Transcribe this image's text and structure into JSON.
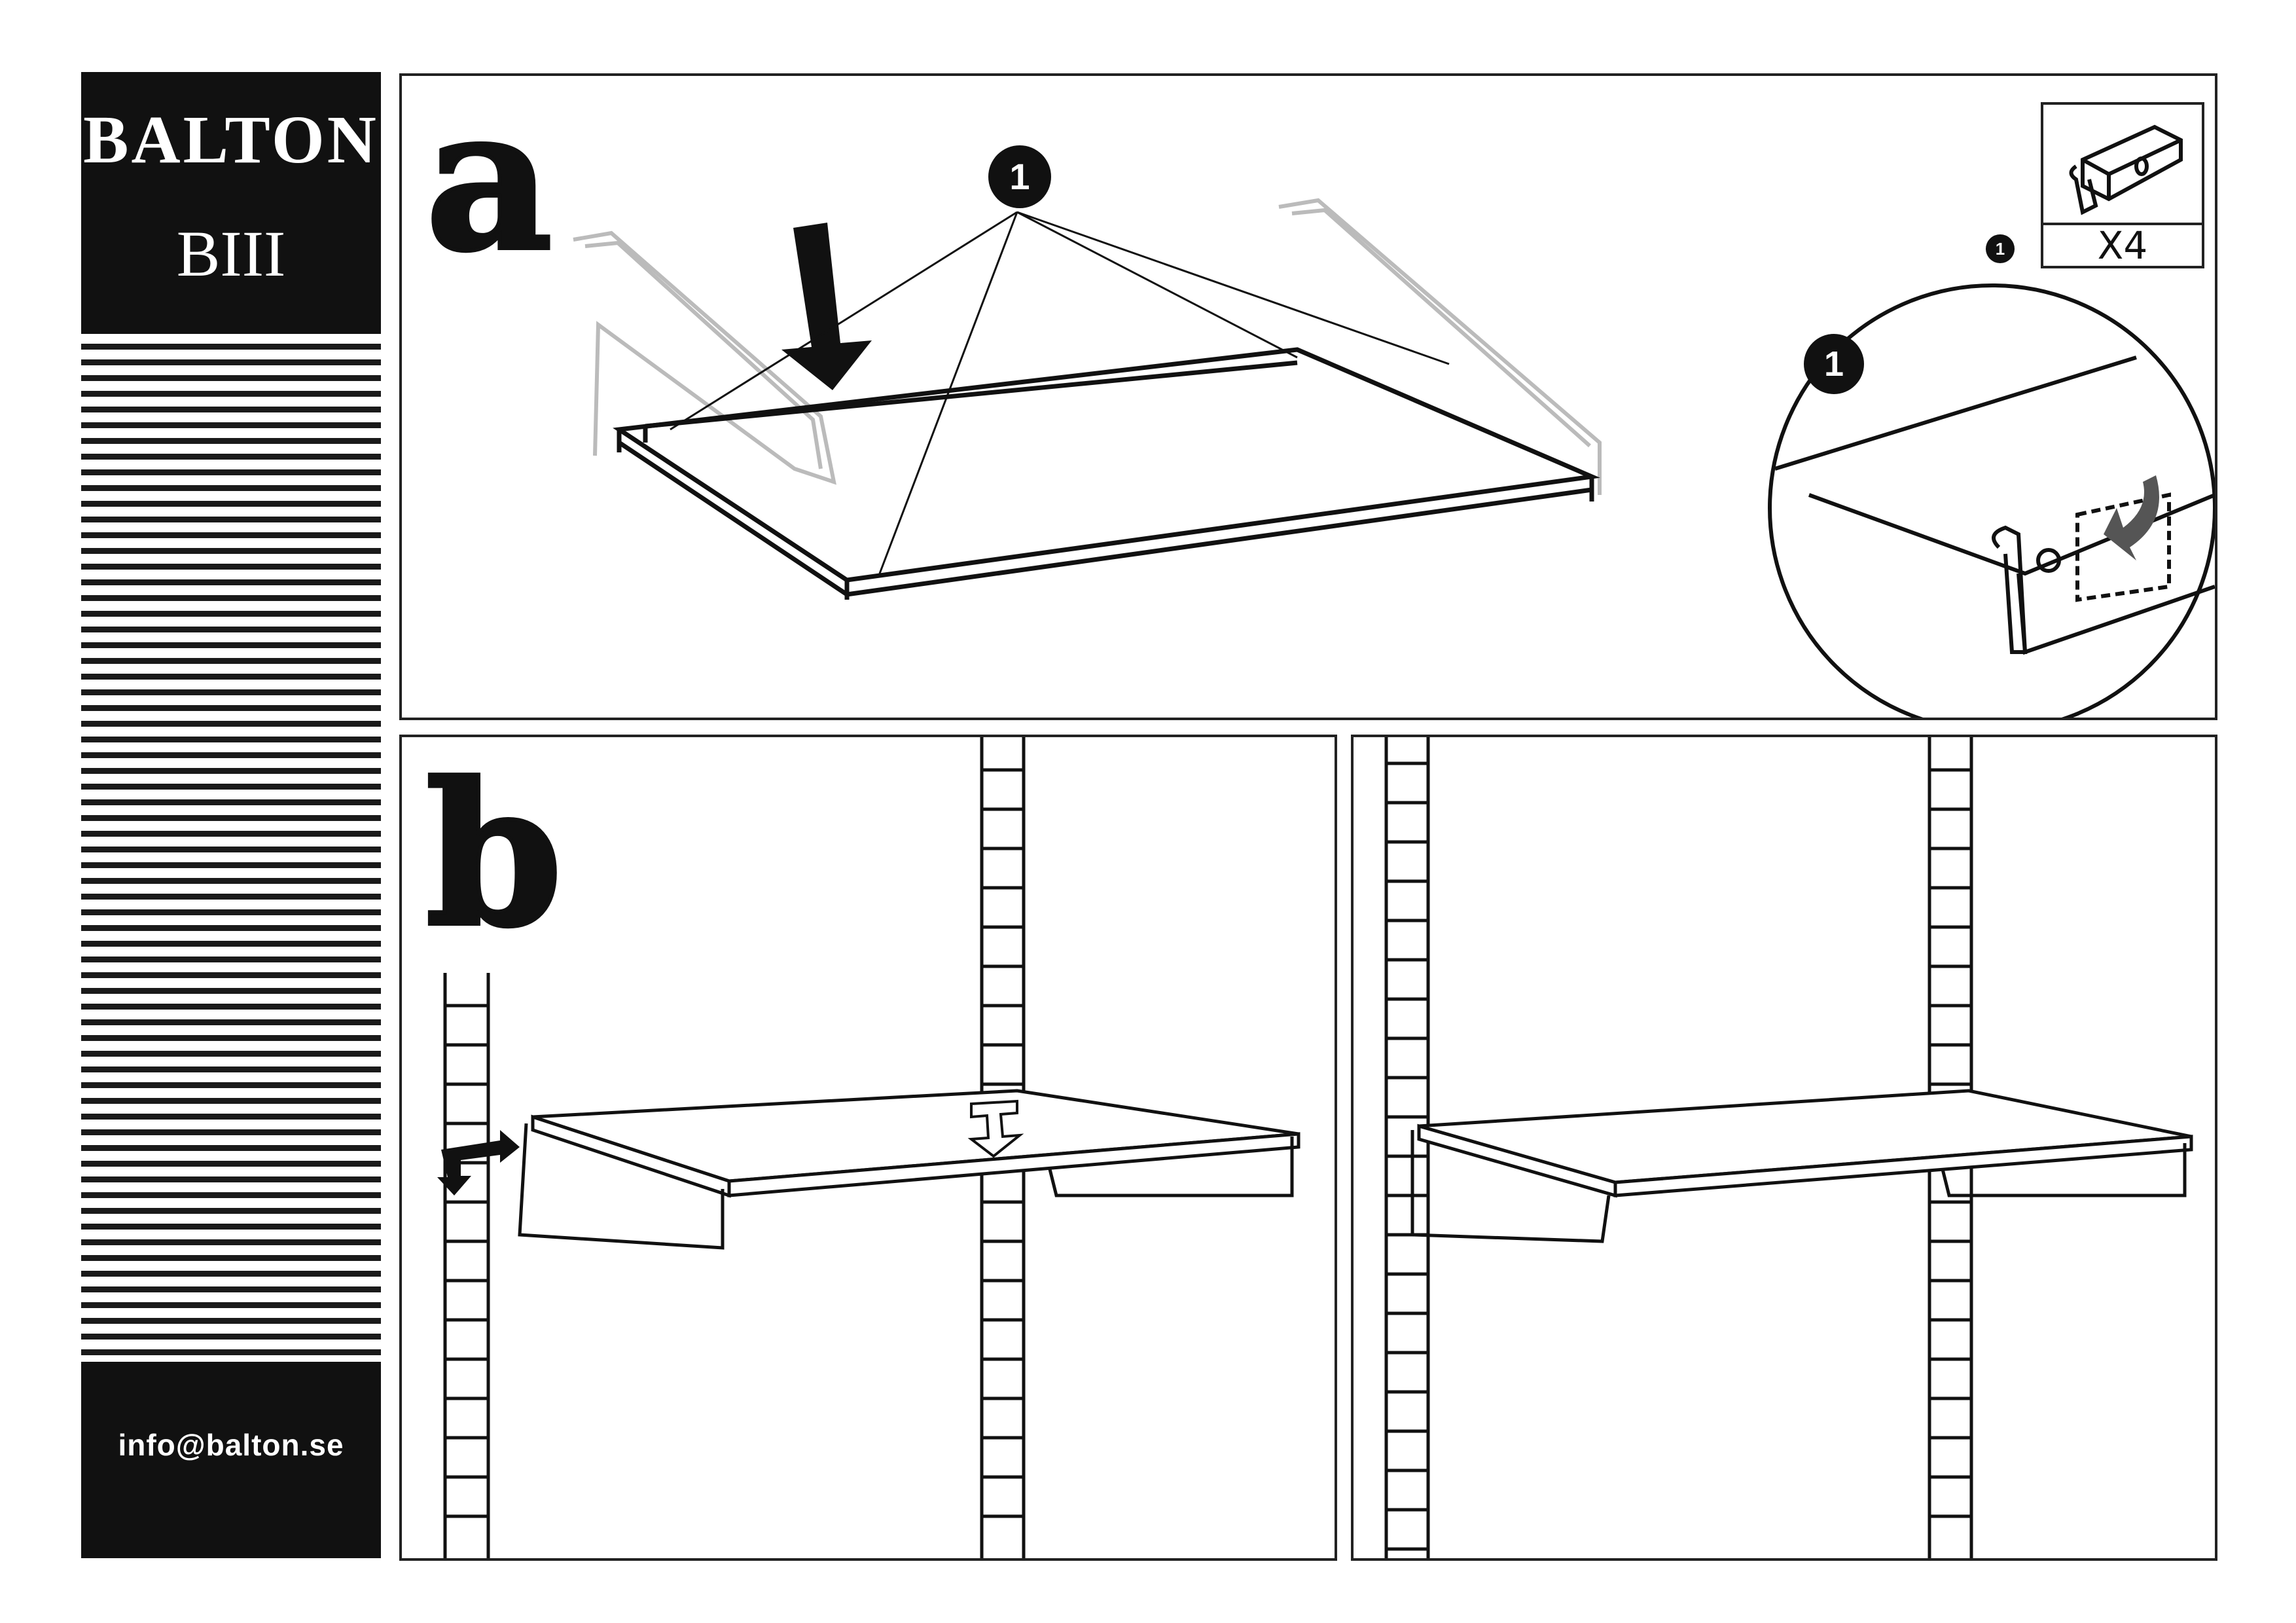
{
  "sidebar": {
    "brand": "BALTON",
    "model": "BIII",
    "contact_email": "info@balton.se"
  },
  "step_a": {
    "letter": "a",
    "callout_number": "1",
    "detail_callout_number": "1",
    "parts": {
      "callout_number": "1",
      "quantity": "X4",
      "item_icon": "shelf-clip-icon"
    }
  },
  "step_b": {
    "letter": "b"
  },
  "colors": {
    "ink": "#111111",
    "paper": "#ffffff",
    "ghost": "#bbbbbb"
  }
}
